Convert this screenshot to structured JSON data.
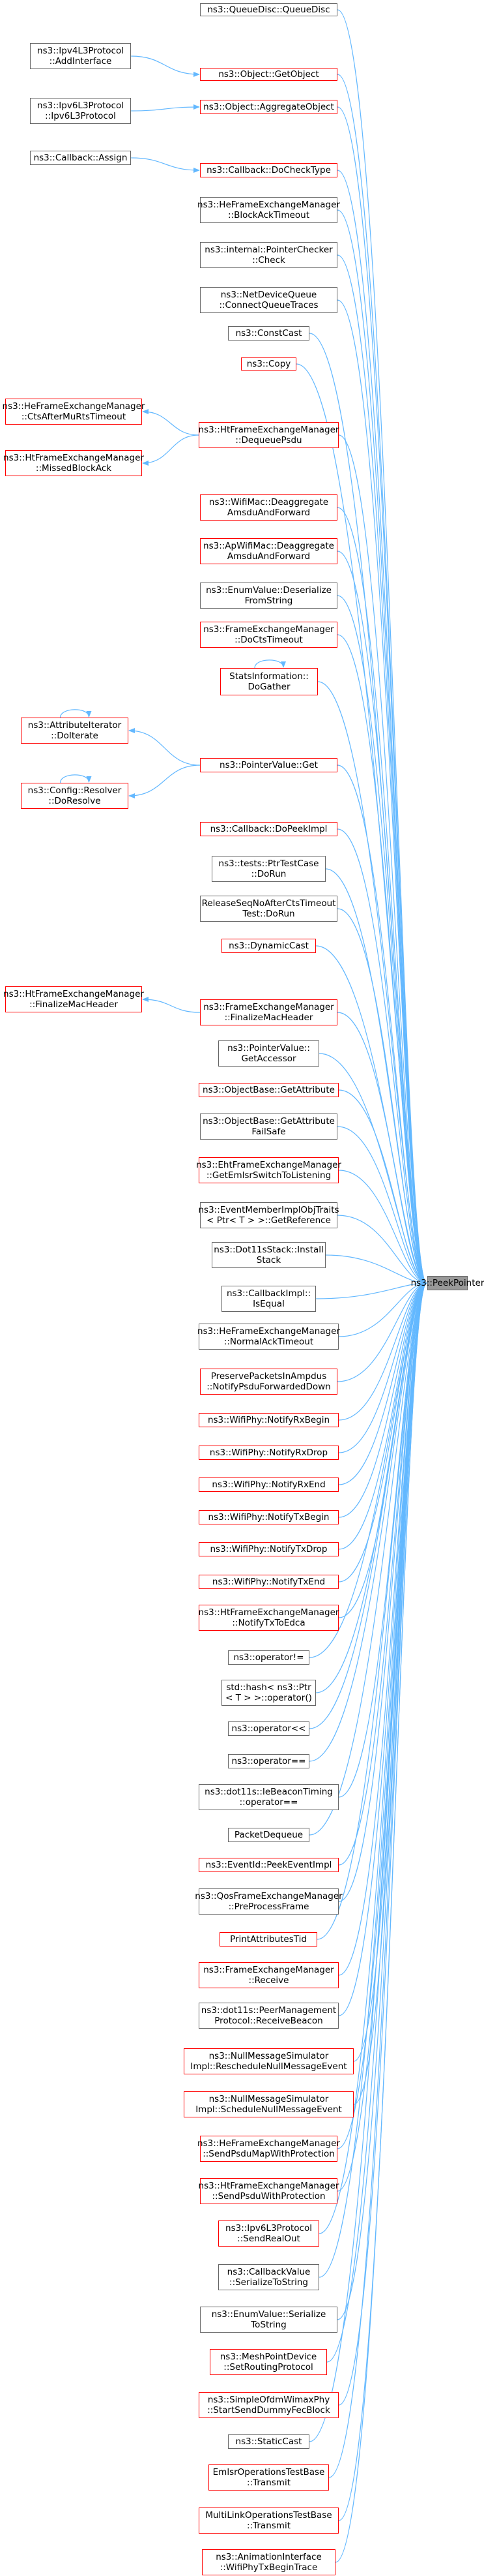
{
  "target": {
    "label": "ns3::PeekPointer"
  },
  "colors": {
    "edge": "#63b8ff",
    "border_documented": "#666666",
    "border_undocumented": "#ff0000",
    "target_fill": "#999999"
  },
  "nodes": [
    {
      "id": "n0",
      "lines": [
        "ns3::QueueDisc::QueueDisc"
      ],
      "red": false
    },
    {
      "id": "n1",
      "lines": [
        "ns3::Ipv4L3Protocol",
        "::AddInterface"
      ],
      "red": false
    },
    {
      "id": "n2",
      "lines": [
        "ns3::Object::GetObject"
      ],
      "red": true
    },
    {
      "id": "n3",
      "lines": [
        "ns3::Ipv6L3Protocol",
        "::Ipv6L3Protocol"
      ],
      "red": false
    },
    {
      "id": "n4",
      "lines": [
        "ns3::Object::AggregateObject"
      ],
      "red": true
    },
    {
      "id": "n5",
      "lines": [
        "ns3::Callback::Assign"
      ],
      "red": false
    },
    {
      "id": "n6",
      "lines": [
        "ns3::Callback::DoCheckType"
      ],
      "red": true
    },
    {
      "id": "n7",
      "lines": [
        "ns3::HeFrameExchangeManager",
        "::BlockAckTimeout"
      ],
      "red": false
    },
    {
      "id": "n8",
      "lines": [
        "ns3::internal::PointerChecker",
        "::Check"
      ],
      "red": false
    },
    {
      "id": "n9",
      "lines": [
        "ns3::NetDeviceQueue",
        "::ConnectQueueTraces"
      ],
      "red": false
    },
    {
      "id": "n10",
      "lines": [
        "ns3::ConstCast"
      ],
      "red": false
    },
    {
      "id": "n11",
      "lines": [
        "ns3::Copy"
      ],
      "red": true
    },
    {
      "id": "n12",
      "lines": [
        "ns3::HeFrameExchangeManager",
        "::CtsAfterMuRtsTimeout"
      ],
      "red": true
    },
    {
      "id": "n13",
      "lines": [
        "ns3::HtFrameExchangeManager",
        "::DequeuePsdu"
      ],
      "red": true
    },
    {
      "id": "n14",
      "lines": [
        "ns3::HtFrameExchangeManager",
        "::MissedBlockAck"
      ],
      "red": true
    },
    {
      "id": "n15",
      "lines": [
        "ns3::WifiMac::Deaggregate",
        "AmsduAndForward"
      ],
      "red": true
    },
    {
      "id": "n16",
      "lines": [
        "ns3::ApWifiMac::Deaggregate",
        "AmsduAndForward"
      ],
      "red": true
    },
    {
      "id": "n17",
      "lines": [
        "ns3::EnumValue::Deserialize",
        "FromString"
      ],
      "red": false
    },
    {
      "id": "n18",
      "lines": [
        "ns3::FrameExchangeManager",
        "::DoCtsTimeout"
      ],
      "red": true
    },
    {
      "id": "n19",
      "lines": [
        "StatsInformation::",
        "DoGather"
      ],
      "red": true
    },
    {
      "id": "n20",
      "lines": [
        "ns3::AttributeIterator",
        "::DoIterate"
      ],
      "red": true
    },
    {
      "id": "n21",
      "lines": [
        "ns3::PointerValue::Get"
      ],
      "red": true
    },
    {
      "id": "n22",
      "lines": [
        "ns3::Config::Resolver",
        "::DoResolve"
      ],
      "red": true
    },
    {
      "id": "n23",
      "lines": [
        "ns3::Callback::DoPeekImpl"
      ],
      "red": true
    },
    {
      "id": "n24",
      "lines": [
        "ns3::tests::PtrTestCase",
        "::DoRun"
      ],
      "red": false
    },
    {
      "id": "n25",
      "lines": [
        "ReleaseSeqNoAfterCtsTimeout",
        "Test::DoRun"
      ],
      "red": false
    },
    {
      "id": "n26",
      "lines": [
        "ns3::DynamicCast"
      ],
      "red": true
    },
    {
      "id": "n27",
      "lines": [
        "ns3::HtFrameExchangeManager",
        "::FinalizeMacHeader"
      ],
      "red": true
    },
    {
      "id": "n28",
      "lines": [
        "ns3::FrameExchangeManager",
        "::FinalizeMacHeader"
      ],
      "red": true
    },
    {
      "id": "n29",
      "lines": [
        "ns3::PointerValue::",
        "GetAccessor"
      ],
      "red": false
    },
    {
      "id": "n30",
      "lines": [
        "ns3::ObjectBase::GetAttribute"
      ],
      "red": true
    },
    {
      "id": "n31",
      "lines": [
        "ns3::ObjectBase::GetAttribute",
        "FailSafe"
      ],
      "red": false
    },
    {
      "id": "n32",
      "lines": [
        "ns3::EhtFrameExchangeManager",
        "::GetEmlsrSwitchToListening"
      ],
      "red": true
    },
    {
      "id": "n33",
      "lines": [
        "ns3::EventMemberImplObjTraits",
        "< Ptr< T > >::GetReference"
      ],
      "red": false
    },
    {
      "id": "n34",
      "lines": [
        "ns3::Dot11sStack::Install",
        "Stack"
      ],
      "red": false
    },
    {
      "id": "n35",
      "lines": [
        "ns3::CallbackImpl::",
        "IsEqual"
      ],
      "red": false
    },
    {
      "id": "n36",
      "lines": [
        "ns3::HeFrameExchangeManager",
        "::NormalAckTimeout"
      ],
      "red": false
    },
    {
      "id": "n37",
      "lines": [
        "PreservePacketsInAmpdus",
        "::NotifyPsduForwardedDown"
      ],
      "red": true
    },
    {
      "id": "n38",
      "lines": [
        "ns3::WifiPhy::NotifyRxBegin"
      ],
      "red": true
    },
    {
      "id": "n39",
      "lines": [
        "ns3::WifiPhy::NotifyRxDrop"
      ],
      "red": true
    },
    {
      "id": "n40",
      "lines": [
        "ns3::WifiPhy::NotifyRxEnd"
      ],
      "red": true
    },
    {
      "id": "n41",
      "lines": [
        "ns3::WifiPhy::NotifyTxBegin"
      ],
      "red": true
    },
    {
      "id": "n42",
      "lines": [
        "ns3::WifiPhy::NotifyTxDrop"
      ],
      "red": true
    },
    {
      "id": "n43",
      "lines": [
        "ns3::WifiPhy::NotifyTxEnd"
      ],
      "red": true
    },
    {
      "id": "n44",
      "lines": [
        "ns3::HtFrameExchangeManager",
        "::NotifyTxToEdca"
      ],
      "red": true
    },
    {
      "id": "n45",
      "lines": [
        "ns3::operator!="
      ],
      "red": false
    },
    {
      "id": "n46",
      "lines": [
        "std::hash< ns3::Ptr",
        "< T > >::operator()"
      ],
      "red": false
    },
    {
      "id": "n47",
      "lines": [
        "ns3::operator<<"
      ],
      "red": false
    },
    {
      "id": "n48",
      "lines": [
        "ns3::operator=="
      ],
      "red": false
    },
    {
      "id": "n49",
      "lines": [
        "ns3::dot11s::IeBeaconTiming",
        "::operator=="
      ],
      "red": false
    },
    {
      "id": "n50",
      "lines": [
        "PacketDequeue"
      ],
      "red": false
    },
    {
      "id": "n51",
      "lines": [
        "ns3::EventId::PeekEventImpl"
      ],
      "red": true
    },
    {
      "id": "n52",
      "lines": [
        "ns3::QosFrameExchangeManager",
        "::PreProcessFrame"
      ],
      "red": false
    },
    {
      "id": "n53",
      "lines": [
        "PrintAttributesTid"
      ],
      "red": true
    },
    {
      "id": "n54",
      "lines": [
        "ns3::FrameExchangeManager",
        "::Receive"
      ],
      "red": true
    },
    {
      "id": "n55",
      "lines": [
        "ns3::dot11s::PeerManagement",
        "Protocol::ReceiveBeacon"
      ],
      "red": false
    },
    {
      "id": "n56",
      "lines": [
        "ns3::NullMessageSimulator",
        "Impl::RescheduleNullMessageEvent"
      ],
      "red": true
    },
    {
      "id": "n57",
      "lines": [
        "ns3::NullMessageSimulator",
        "Impl::ScheduleNullMessageEvent"
      ],
      "red": true
    },
    {
      "id": "n58",
      "lines": [
        "ns3::HeFrameExchangeManager",
        "::SendPsduMapWithProtection"
      ],
      "red": true
    },
    {
      "id": "n59",
      "lines": [
        "ns3::HtFrameExchangeManager",
        "::SendPsduWithProtection"
      ],
      "red": true
    },
    {
      "id": "n60",
      "lines": [
        "ns3::Ipv6L3Protocol",
        "::SendRealOut"
      ],
      "red": true
    },
    {
      "id": "n61",
      "lines": [
        "ns3::CallbackValue",
        "::SerializeToString"
      ],
      "red": false
    },
    {
      "id": "n62",
      "lines": [
        "ns3::EnumValue::Serialize",
        "ToString"
      ],
      "red": false
    },
    {
      "id": "n63",
      "lines": [
        "ns3::MeshPointDevice",
        "::SetRoutingProtocol"
      ],
      "red": true
    },
    {
      "id": "n64",
      "lines": [
        "ns3::SimpleOfdmWimaxPhy",
        "::StartSendDummyFecBlock"
      ],
      "red": true
    },
    {
      "id": "n65",
      "lines": [
        "ns3::StaticCast"
      ],
      "red": false
    },
    {
      "id": "n66",
      "lines": [
        "EmlsrOperationsTestBase",
        "::Transmit"
      ],
      "red": true
    },
    {
      "id": "n67",
      "lines": [
        "MultiLinkOperationsTestBase",
        "::Transmit"
      ],
      "red": true
    },
    {
      "id": "n68",
      "lines": [
        "ns3::AnimationInterface",
        "::WifiPhyTxBeginTrace"
      ],
      "red": true
    }
  ]
}
